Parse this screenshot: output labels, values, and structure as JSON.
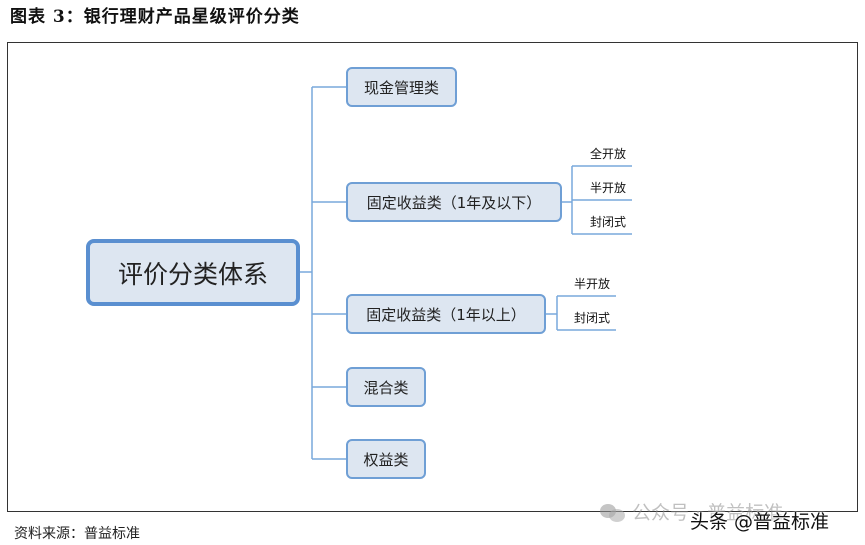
{
  "figure": {
    "title": "图表 3：银行理财产品星级评价分类",
    "source": "资料来源：普益标准"
  },
  "diagram": {
    "root": "评价分类体系",
    "branches": [
      {
        "label": "现金管理类",
        "children": []
      },
      {
        "label": "固定收益类（1年及以下）",
        "children": [
          "全开放",
          "半开放",
          "封闭式"
        ]
      },
      {
        "label": "固定收益类（1年以上）",
        "children": [
          "半开放",
          "封闭式"
        ]
      },
      {
        "label": "混合类",
        "children": []
      },
      {
        "label": "权益类",
        "children": []
      }
    ]
  },
  "watermark": {
    "text": "公众号 · 普益标准",
    "brand": "头条 @普益标准"
  }
}
